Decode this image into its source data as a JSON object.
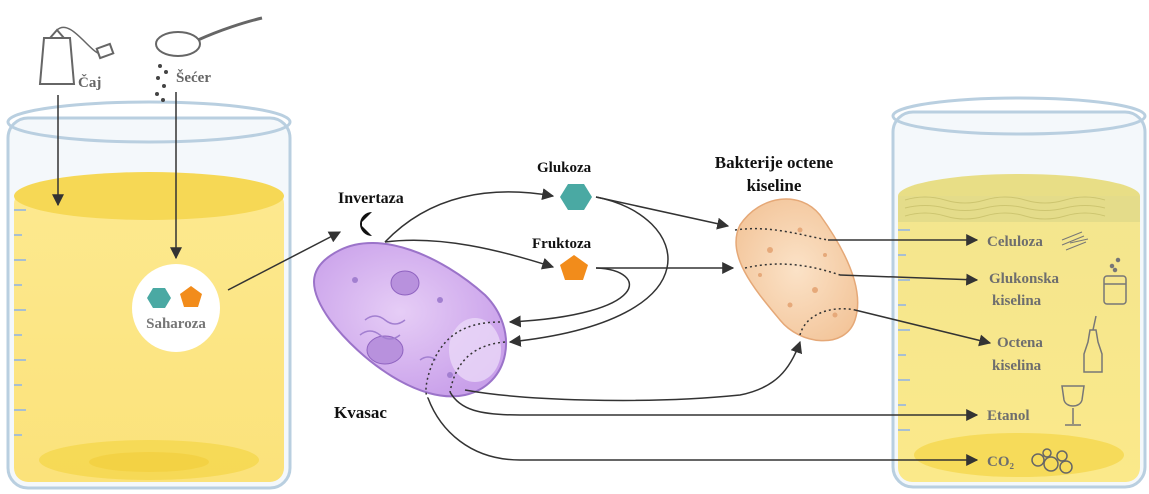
{
  "labels": {
    "tea": "Čaj",
    "sugar": "Šećer",
    "sucrose": "Saharoza",
    "invertase": "Invertaza",
    "glucose": "Glukoza",
    "fructose": "Fruktoza",
    "bacteria_line1": "Bakterije octene",
    "bacteria_line2": "kiseline",
    "yeast": "Kvasac",
    "cellulose": "Celuloza",
    "gluconic_line1": "Glukonska",
    "gluconic_line2": "kiselina",
    "acetic_line1": "Octena",
    "acetic_line2": "kiselina",
    "ethanol": "Etanol",
    "co2": "CO₂"
  },
  "colors": {
    "liquid": "#fbe98a",
    "liquid_top": "#f6d855",
    "glass": "#b9cfe0",
    "glucose_hex": "#4aa9a3",
    "fructose_pent": "#f28c1b",
    "yeast_fill": "#d8b6ef",
    "yeast_stroke": "#9b73c9",
    "bacteria_fill": "#f8d6b4",
    "bacteria_stroke": "#e5a877",
    "arrow": "#333333",
    "text_gray": "#666666"
  },
  "icons": [
    "tea-bag-icon",
    "sugar-spoon-icon",
    "enzyme-pacman-icon",
    "glass-jar-icon",
    "vinegar-bottle-icon",
    "wine-glass-icon",
    "bubbles-icon",
    "cellulose-fiber-icon"
  ]
}
